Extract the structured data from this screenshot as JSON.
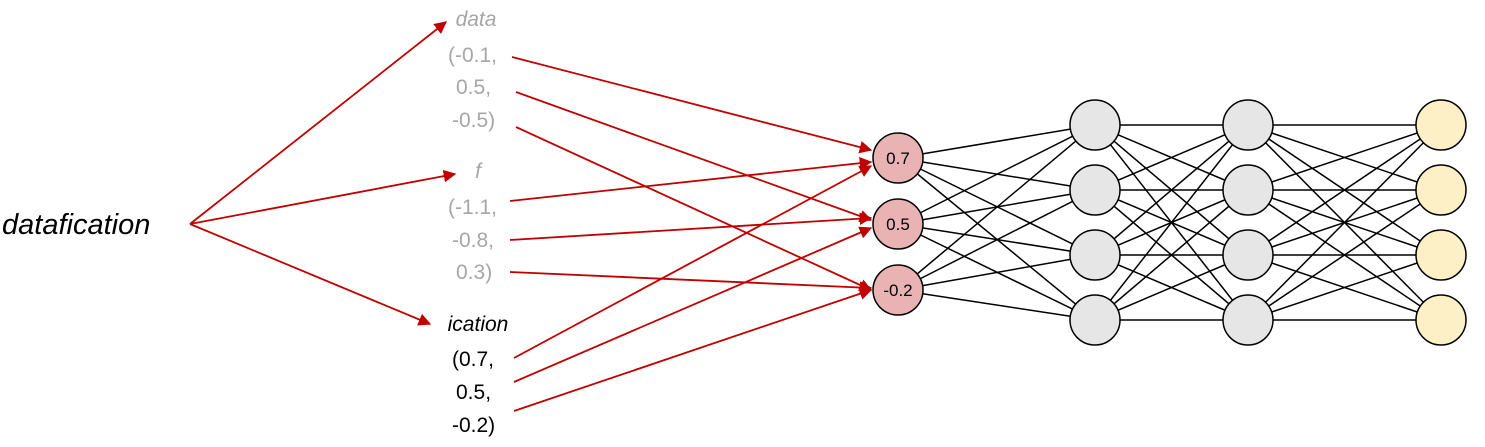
{
  "word": "datafication",
  "subwords": [
    {
      "label": "data",
      "vector": [
        "(-0.1,",
        "0.5,",
        "-0.5)"
      ],
      "color": "#a6a6a6"
    },
    {
      "label": "f",
      "vector": [
        "(-1.1,",
        "-0.8,",
        "0.3)"
      ],
      "color": "#a6a6a6"
    },
    {
      "label": "ication",
      "vector": [
        "(0.7,",
        "0.5,",
        "-0.2)"
      ],
      "color": "#000000"
    }
  ],
  "input_nodes": [
    "0.7",
    "0.5",
    "-0.2"
  ],
  "network": {
    "hidden_layers": 2,
    "hidden_units_per_layer": 4,
    "output_units": 4
  },
  "colors": {
    "arrow": "#c00000",
    "input_fill": "#eab3b3",
    "hidden_fill": "#e6e6e6",
    "output_fill": "#fdf0c6",
    "edge": "#000000"
  }
}
